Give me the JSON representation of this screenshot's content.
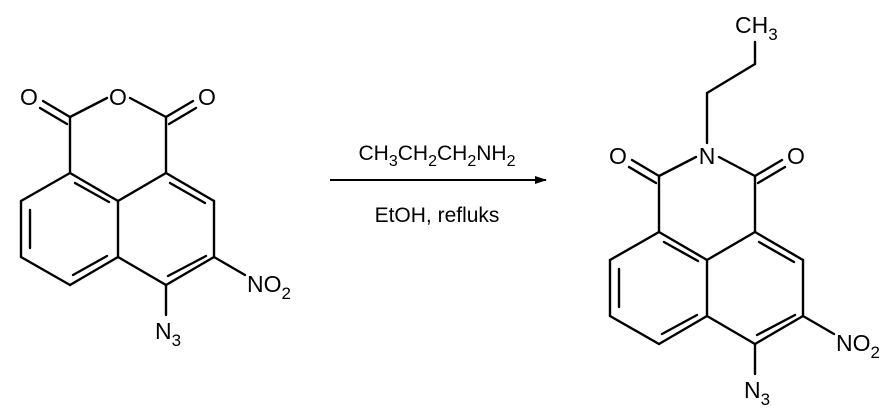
{
  "reactant": {
    "atoms": {
      "carbonyl_o_left": "O",
      "ring_o": "O",
      "carbonyl_o_right": "O",
      "nitro": {
        "main": "NO",
        "sub": "2"
      },
      "azide": {
        "main": "N",
        "sub": "3"
      }
    }
  },
  "reagents": {
    "above": [
      {
        "t": "CH",
        "sub": false
      },
      {
        "t": "3",
        "sub": true
      },
      {
        "t": "CH",
        "sub": false
      },
      {
        "t": "2",
        "sub": true
      },
      {
        "t": "CH",
        "sub": false
      },
      {
        "t": "2",
        "sub": true
      },
      {
        "t": "NH",
        "sub": false
      },
      {
        "t": "2",
        "sub": true
      }
    ],
    "below": "EtOH, refluks"
  },
  "product": {
    "atoms": {
      "methyl": {
        "main": "CH",
        "sub": "3"
      },
      "carbonyl_o_left": "O",
      "imide_n": "N",
      "carbonyl_o_right": "O",
      "nitro": {
        "main": "NO",
        "sub": "2"
      },
      "azide": {
        "main": "N",
        "sub": "3"
      }
    }
  }
}
